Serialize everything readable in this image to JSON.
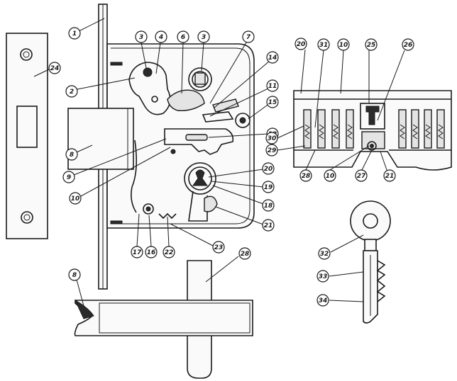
{
  "callouts": [
    {
      "id": "c1",
      "label": "1"
    },
    {
      "id": "c2",
      "label": "2"
    },
    {
      "id": "c3a",
      "label": "3"
    },
    {
      "id": "c4",
      "label": "4"
    },
    {
      "id": "c6",
      "label": "6"
    },
    {
      "id": "c3b",
      "label": "3"
    },
    {
      "id": "c7",
      "label": "7"
    },
    {
      "id": "c14",
      "label": "14"
    },
    {
      "id": "c11",
      "label": "11"
    },
    {
      "id": "c15",
      "label": "15"
    },
    {
      "id": "c12",
      "label": "12"
    },
    {
      "id": "c24",
      "label": "24"
    },
    {
      "id": "c8a",
      "label": "8"
    },
    {
      "id": "c9",
      "label": "9"
    },
    {
      "id": "c10a",
      "label": "10"
    },
    {
      "id": "c20a",
      "label": "20"
    },
    {
      "id": "c19",
      "label": "19"
    },
    {
      "id": "c18",
      "label": "18"
    },
    {
      "id": "c21a",
      "label": "21"
    },
    {
      "id": "c17",
      "label": "17"
    },
    {
      "id": "c16",
      "label": "16"
    },
    {
      "id": "c22",
      "label": "22"
    },
    {
      "id": "c23",
      "label": "23"
    },
    {
      "id": "c28a",
      "label": "28"
    },
    {
      "id": "c8b",
      "label": "8"
    },
    {
      "id": "c20b",
      "label": "20"
    },
    {
      "id": "c31",
      "label": "31"
    },
    {
      "id": "c10b",
      "label": "10"
    },
    {
      "id": "c25",
      "label": "25"
    },
    {
      "id": "c26",
      "label": "26"
    },
    {
      "id": "c30",
      "label": "30"
    },
    {
      "id": "c29",
      "label": "29"
    },
    {
      "id": "c28b",
      "label": "28"
    },
    {
      "id": "c10c",
      "label": "10"
    },
    {
      "id": "c27",
      "label": "27"
    },
    {
      "id": "c21b",
      "label": "21"
    },
    {
      "id": "c32",
      "label": "32"
    },
    {
      "id": "c33",
      "label": "33"
    },
    {
      "id": "c34",
      "label": "34"
    }
  ]
}
